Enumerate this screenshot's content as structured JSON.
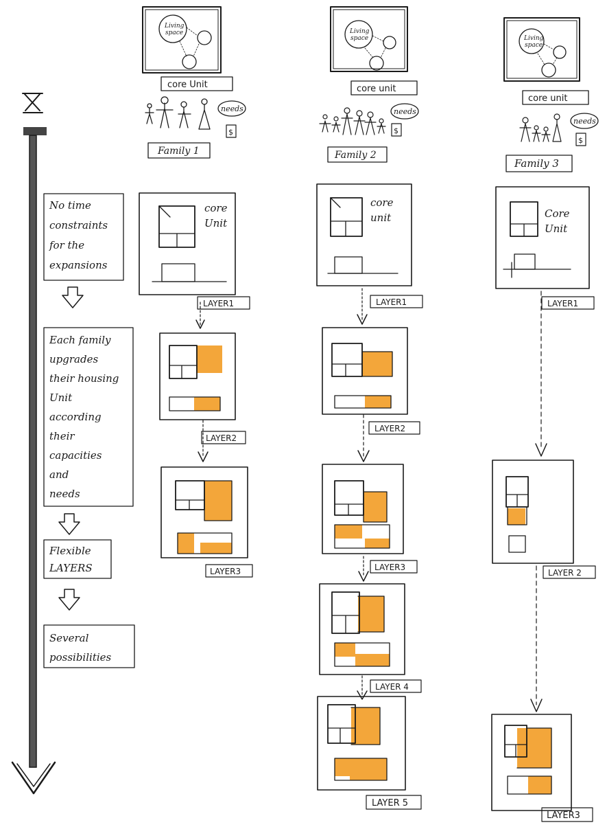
{
  "labels": {
    "core_unit": "core Unit",
    "core_unit_col2": "core unit",
    "core_unit_col3": "Core Unit",
    "living_space": [
      "Living",
      "space"
    ],
    "needs": "needs",
    "money": "$",
    "family_1": "Family 1",
    "family_2": "Family 2",
    "family_3": "Family 3",
    "plan_core_1": [
      "core",
      "Unit"
    ],
    "plan_core_2": [
      "core",
      "unit"
    ],
    "plan_core_3": [
      "Core",
      "Unit"
    ],
    "layer1": "LAYER1",
    "layer2": "LAYER2",
    "layer3": "LAYER3",
    "layer4": "LAYER 4",
    "layer5": "LAYER 5",
    "layer3_col2": "LAYER3",
    "layer2_col3": "LAYER 2",
    "layer3_col3": "LAYER3"
  },
  "timeline": {
    "note_1": [
      "No time",
      "constraints",
      "for the",
      "expansions"
    ],
    "note_2": [
      "Each family",
      "upgrades",
      "their housing",
      "Unit",
      "according",
      "their",
      "capacities",
      "and",
      "needs"
    ],
    "note_3": [
      "Flexible",
      "LAYERS"
    ],
    "note_4": [
      "Several",
      "possibilities"
    ]
  },
  "colors": {
    "ink": "#1a1a1a",
    "expansion": "#f3a63a"
  }
}
